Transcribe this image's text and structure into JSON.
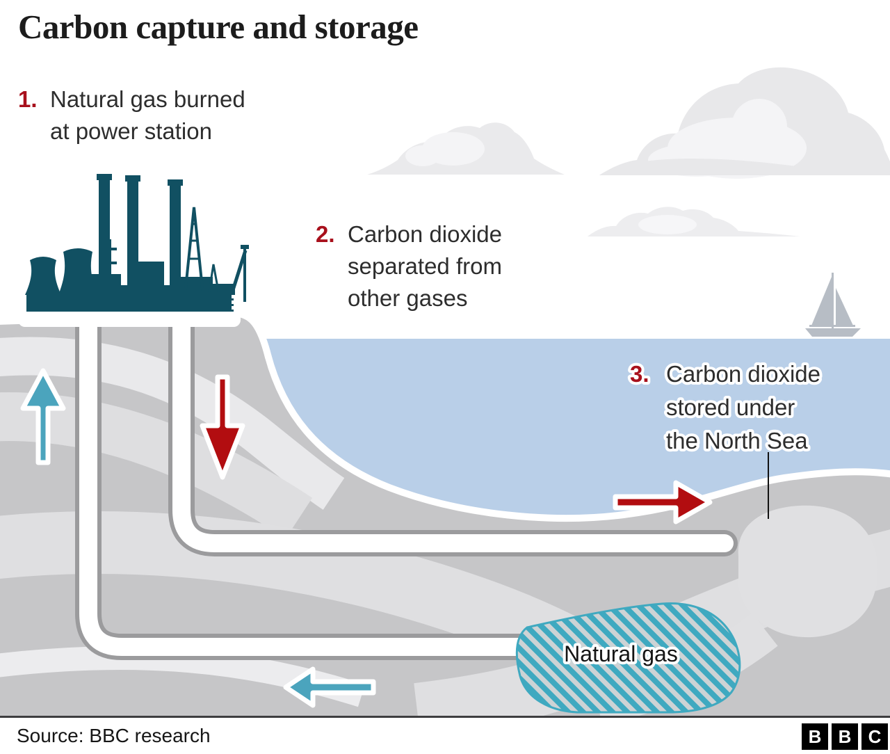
{
  "title": "Carbon capture and storage",
  "steps": [
    {
      "number": "1.",
      "lines": [
        "Natural gas burned",
        "at power station"
      ]
    },
    {
      "number": "2.",
      "lines": [
        "Carbon dioxide",
        "separated from",
        "other gases"
      ]
    },
    {
      "number": "3.",
      "lines": [
        "Carbon dioxide",
        "stored under",
        "the North Sea"
      ]
    }
  ],
  "diagram": {
    "natural_gas_label": "Natural gas"
  },
  "footer": {
    "source": "Source: BBC research",
    "logo_letters": [
      "B",
      "B",
      "C"
    ]
  },
  "colors": {
    "number_red": "#a8101c",
    "arrow_red": "#b20d10",
    "arrow_teal": "#4ba4bd",
    "power_station_teal": "#115062",
    "sea_blue": "#b9cfe8",
    "ground_gray": "#c6c6c8",
    "ground_band_light": "#dfdfe1",
    "gas_hatch_teal": "#3fa9c0",
    "cloud_gray": "#e8e8ea"
  }
}
